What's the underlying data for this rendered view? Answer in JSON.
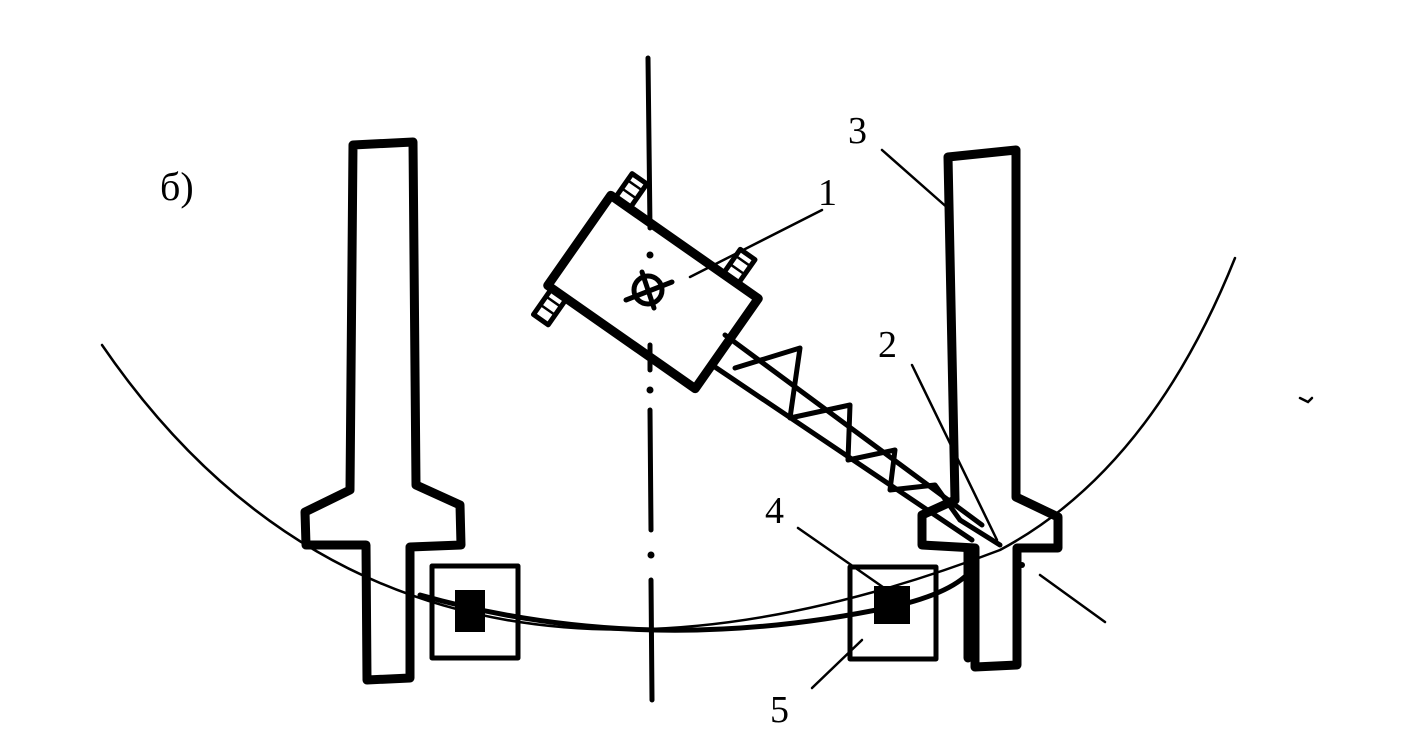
{
  "figure": {
    "panel_label": "б)",
    "callouts": [
      {
        "id": "1",
        "text": "1"
      },
      {
        "id": "2",
        "text": "2"
      },
      {
        "id": "3",
        "text": "3"
      },
      {
        "id": "4",
        "text": "4"
      },
      {
        "id": "5",
        "text": "5"
      }
    ]
  }
}
